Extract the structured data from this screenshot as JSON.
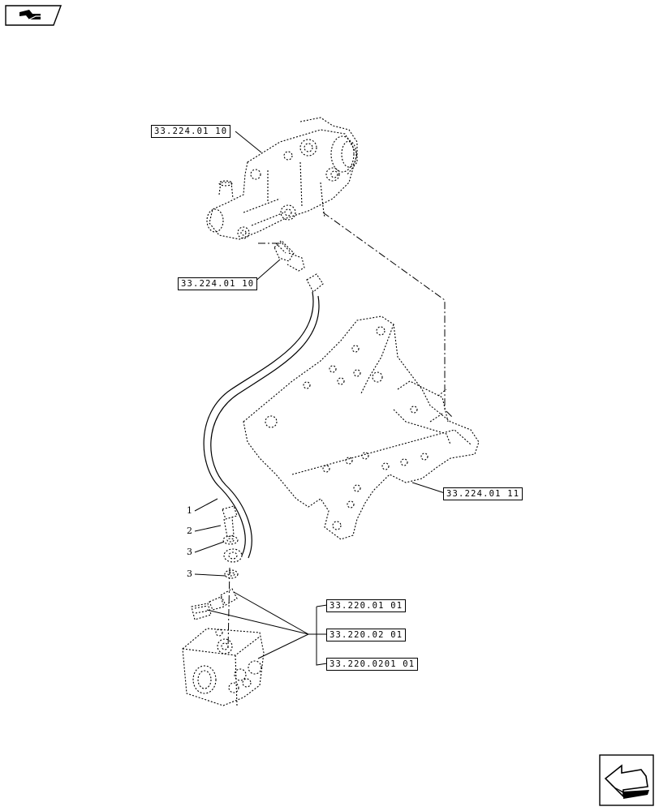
{
  "references": [
    {
      "id": "ref-pump",
      "text": "33.224.01 10"
    },
    {
      "id": "ref-fitting",
      "text": "33.224.01 10"
    },
    {
      "id": "ref-bracket",
      "text": "33.224.01 11"
    },
    {
      "id": "ref-block-1",
      "text": "33.220.01 01"
    },
    {
      "id": "ref-block-2",
      "text": "33.220.02 01"
    },
    {
      "id": "ref-block-3",
      "text": "33.220.0201 01"
    }
  ],
  "item_numbers": [
    "1",
    "2",
    "3",
    "3"
  ],
  "icons": {
    "top_left": "catalog-back-icon",
    "bottom_right": "next-page-arrow-icon"
  }
}
